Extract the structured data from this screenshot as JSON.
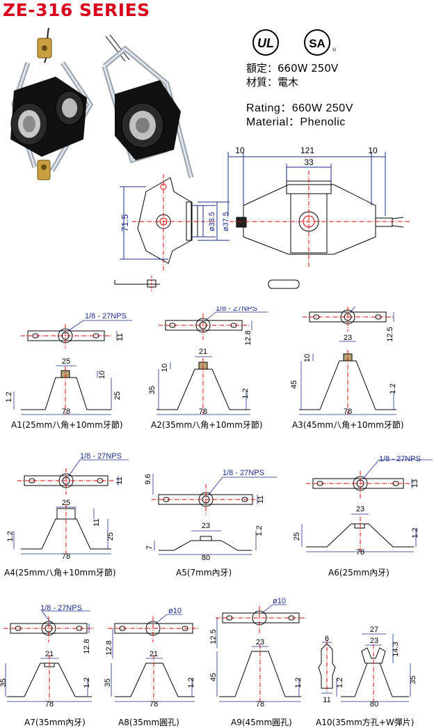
{
  "header": {
    "title": "ZE-316 SERIES"
  },
  "certifications": {
    "ul": "UL",
    "csa": "SA"
  },
  "specs_cn": {
    "rating": "額定：660W 250V",
    "material": "材質：電木"
  },
  "specs_en": {
    "rating": "Rating：660W 250V",
    "material": "Material：Phenolic"
  },
  "main_drawing": {
    "dim_left": "10",
    "dim_width": "121",
    "dim_right": "10",
    "dim_center": "33",
    "dim_height": "71.5",
    "dim_d1": "ø33.5",
    "dim_d2": "ø37.5"
  },
  "thread_label": "1/8 - 27NPS",
  "variants": {
    "a1": {
      "caption": "A1(25mm八角+10mm牙節)",
      "dims": [
        "11",
        "25",
        "10",
        "25",
        "1.2",
        "78"
      ]
    },
    "a2": {
      "caption": "A2(35mm八角+10mm牙節)",
      "dims": [
        "12.8",
        "21",
        "10",
        "35",
        "1.2",
        "78"
      ]
    },
    "a3": {
      "caption": "A3(45mm八角+10mm牙節)",
      "dims": [
        "12.5",
        "23",
        "10",
        "45",
        "1.2",
        "78"
      ]
    },
    "a4": {
      "caption": "A4(25mm八角+10mm牙節)",
      "dims": [
        "11",
        "25",
        "11",
        "25",
        "1.2",
        "78"
      ]
    },
    "a5": {
      "caption": "A5(7mm內牙)",
      "dims": [
        "9.6",
        "11",
        "23",
        "7",
        "1.2",
        "80"
      ]
    },
    "a6": {
      "caption": "A6(25mm內牙)",
      "dims": [
        "13",
        "23",
        "25",
        "1.2",
        "78"
      ]
    },
    "a7": {
      "caption": "A7(35mm內牙)",
      "dims": [
        "12.8",
        "21",
        "35",
        "1.2",
        "78"
      ]
    },
    "a8": {
      "caption": "A8(35mm圓孔)",
      "hole": "ø10",
      "dims": [
        "12.8",
        "21",
        "35",
        "1.2",
        "78"
      ]
    },
    "a9": {
      "caption": "A9(45mm圓孔)",
      "hole": "ø10",
      "dims": [
        "12.5",
        "23",
        "45",
        "1.2",
        "78"
      ]
    },
    "a10": {
      "caption": "A10(35mm方孔+W彈片)",
      "dims": [
        "6",
        "27",
        "23",
        "14.3",
        "11",
        "35",
        "1.2",
        "80"
      ]
    }
  }
}
